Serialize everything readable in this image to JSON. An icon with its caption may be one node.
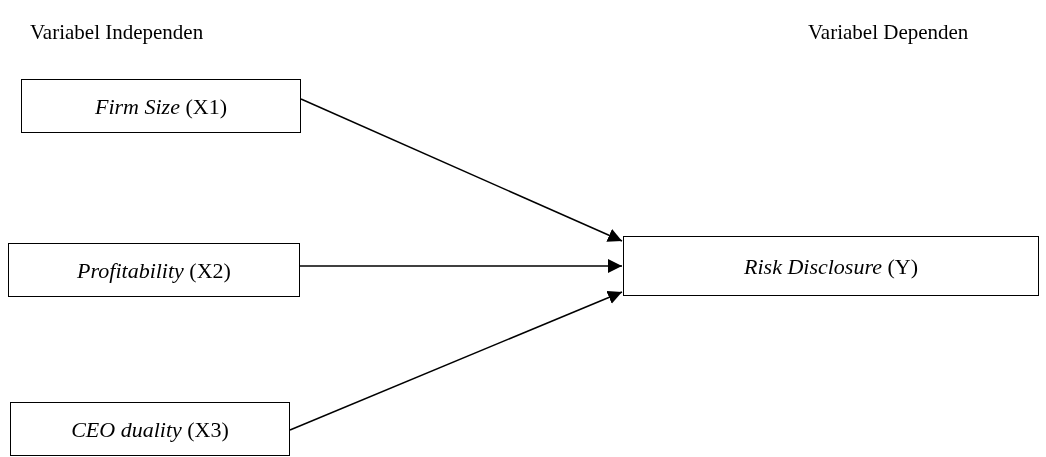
{
  "diagram": {
    "nodes": [
      {
        "text": [
          "*Firm Size* (X1)"
        ]
      },
      {
        "text": [
          "*Profitability* (X2)"
        ]
      },
      {
        "text": [
          "*CEO duality* (X3)"
        ]
      },
      {
        "text": [
          "*Risk Disclosure* (Y)"
        ]
      }
    ],
    "edges": [
      {
        "from": 0,
        "to": 3,
        "arrow": "to"
      },
      {
        "from": 1,
        "to": 3,
        "arrow": "to"
      },
      {
        "from": 2,
        "to": 3,
        "arrow": "to"
      }
    ],
    "labels": [
      "Variabel Independen",
      "Variabel Dependen"
    ]
  }
}
